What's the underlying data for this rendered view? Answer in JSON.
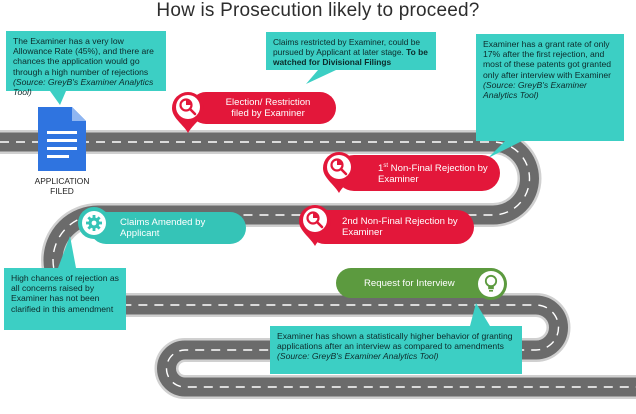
{
  "title": "How is Prosecution  likely to proceed?",
  "doc": {
    "label_line1": "APPLICATION",
    "label_line2": "FILED",
    "icon": "document-icon"
  },
  "callouts": {
    "allowance": {
      "text": "The Examiner has a very low Allowance Rate (45%), and there are chances the application would go through a high number of rejections",
      "source": "(Source: GreyB's Examiner Analytics Tool)"
    },
    "claims_restricted": {
      "text": "Claims restricted by Examiner, could be pursued by Applicant at later stage.",
      "emphasis": "To be watched for Divisional Filings"
    },
    "grant_rate": {
      "text": "Examiner has a grant rate of only 17% after the first rejection, and most of these patents got granted only after interview with Examiner",
      "source": "(Source: GreyB's Examiner Analytics Tool)"
    },
    "rejection_chance": {
      "text": "High chances of rejection as all concerns raised by Examiner has not been clarified in this amendment"
    },
    "interview": {
      "text": "Examiner has shown a statistically higher behavior of granting applications after an interview as compared to amendments",
      "source": "(Source: GreyB's Examiner Analytics Tool)"
    }
  },
  "steps": {
    "election": {
      "label": "Election/ Restriction filed by Examiner",
      "icon": "magnifier-chart-icon"
    },
    "first_rejection": {
      "label_pre": "1",
      "label_sup": "st",
      "label_post": " Non-Final Rejection by Examiner",
      "icon": "magnifier-chart-icon"
    },
    "claims_amended": {
      "label": "Claims Amended by Applicant",
      "icon": "gear-icon"
    },
    "second_rejection": {
      "label": "2nd Non-Final Rejection by Examiner",
      "icon": "magnifier-chart-icon"
    },
    "interview": {
      "label": "Request for Interview",
      "icon": "lightbulb-icon"
    }
  },
  "colors": {
    "road": "#6b6b6b",
    "road_edge": "#cfcfcf",
    "lane": "#ffffff",
    "red": "#e3173a",
    "teal": "#35c4b7",
    "green": "#5c9a3f",
    "callout": "#3ccfc4"
  }
}
